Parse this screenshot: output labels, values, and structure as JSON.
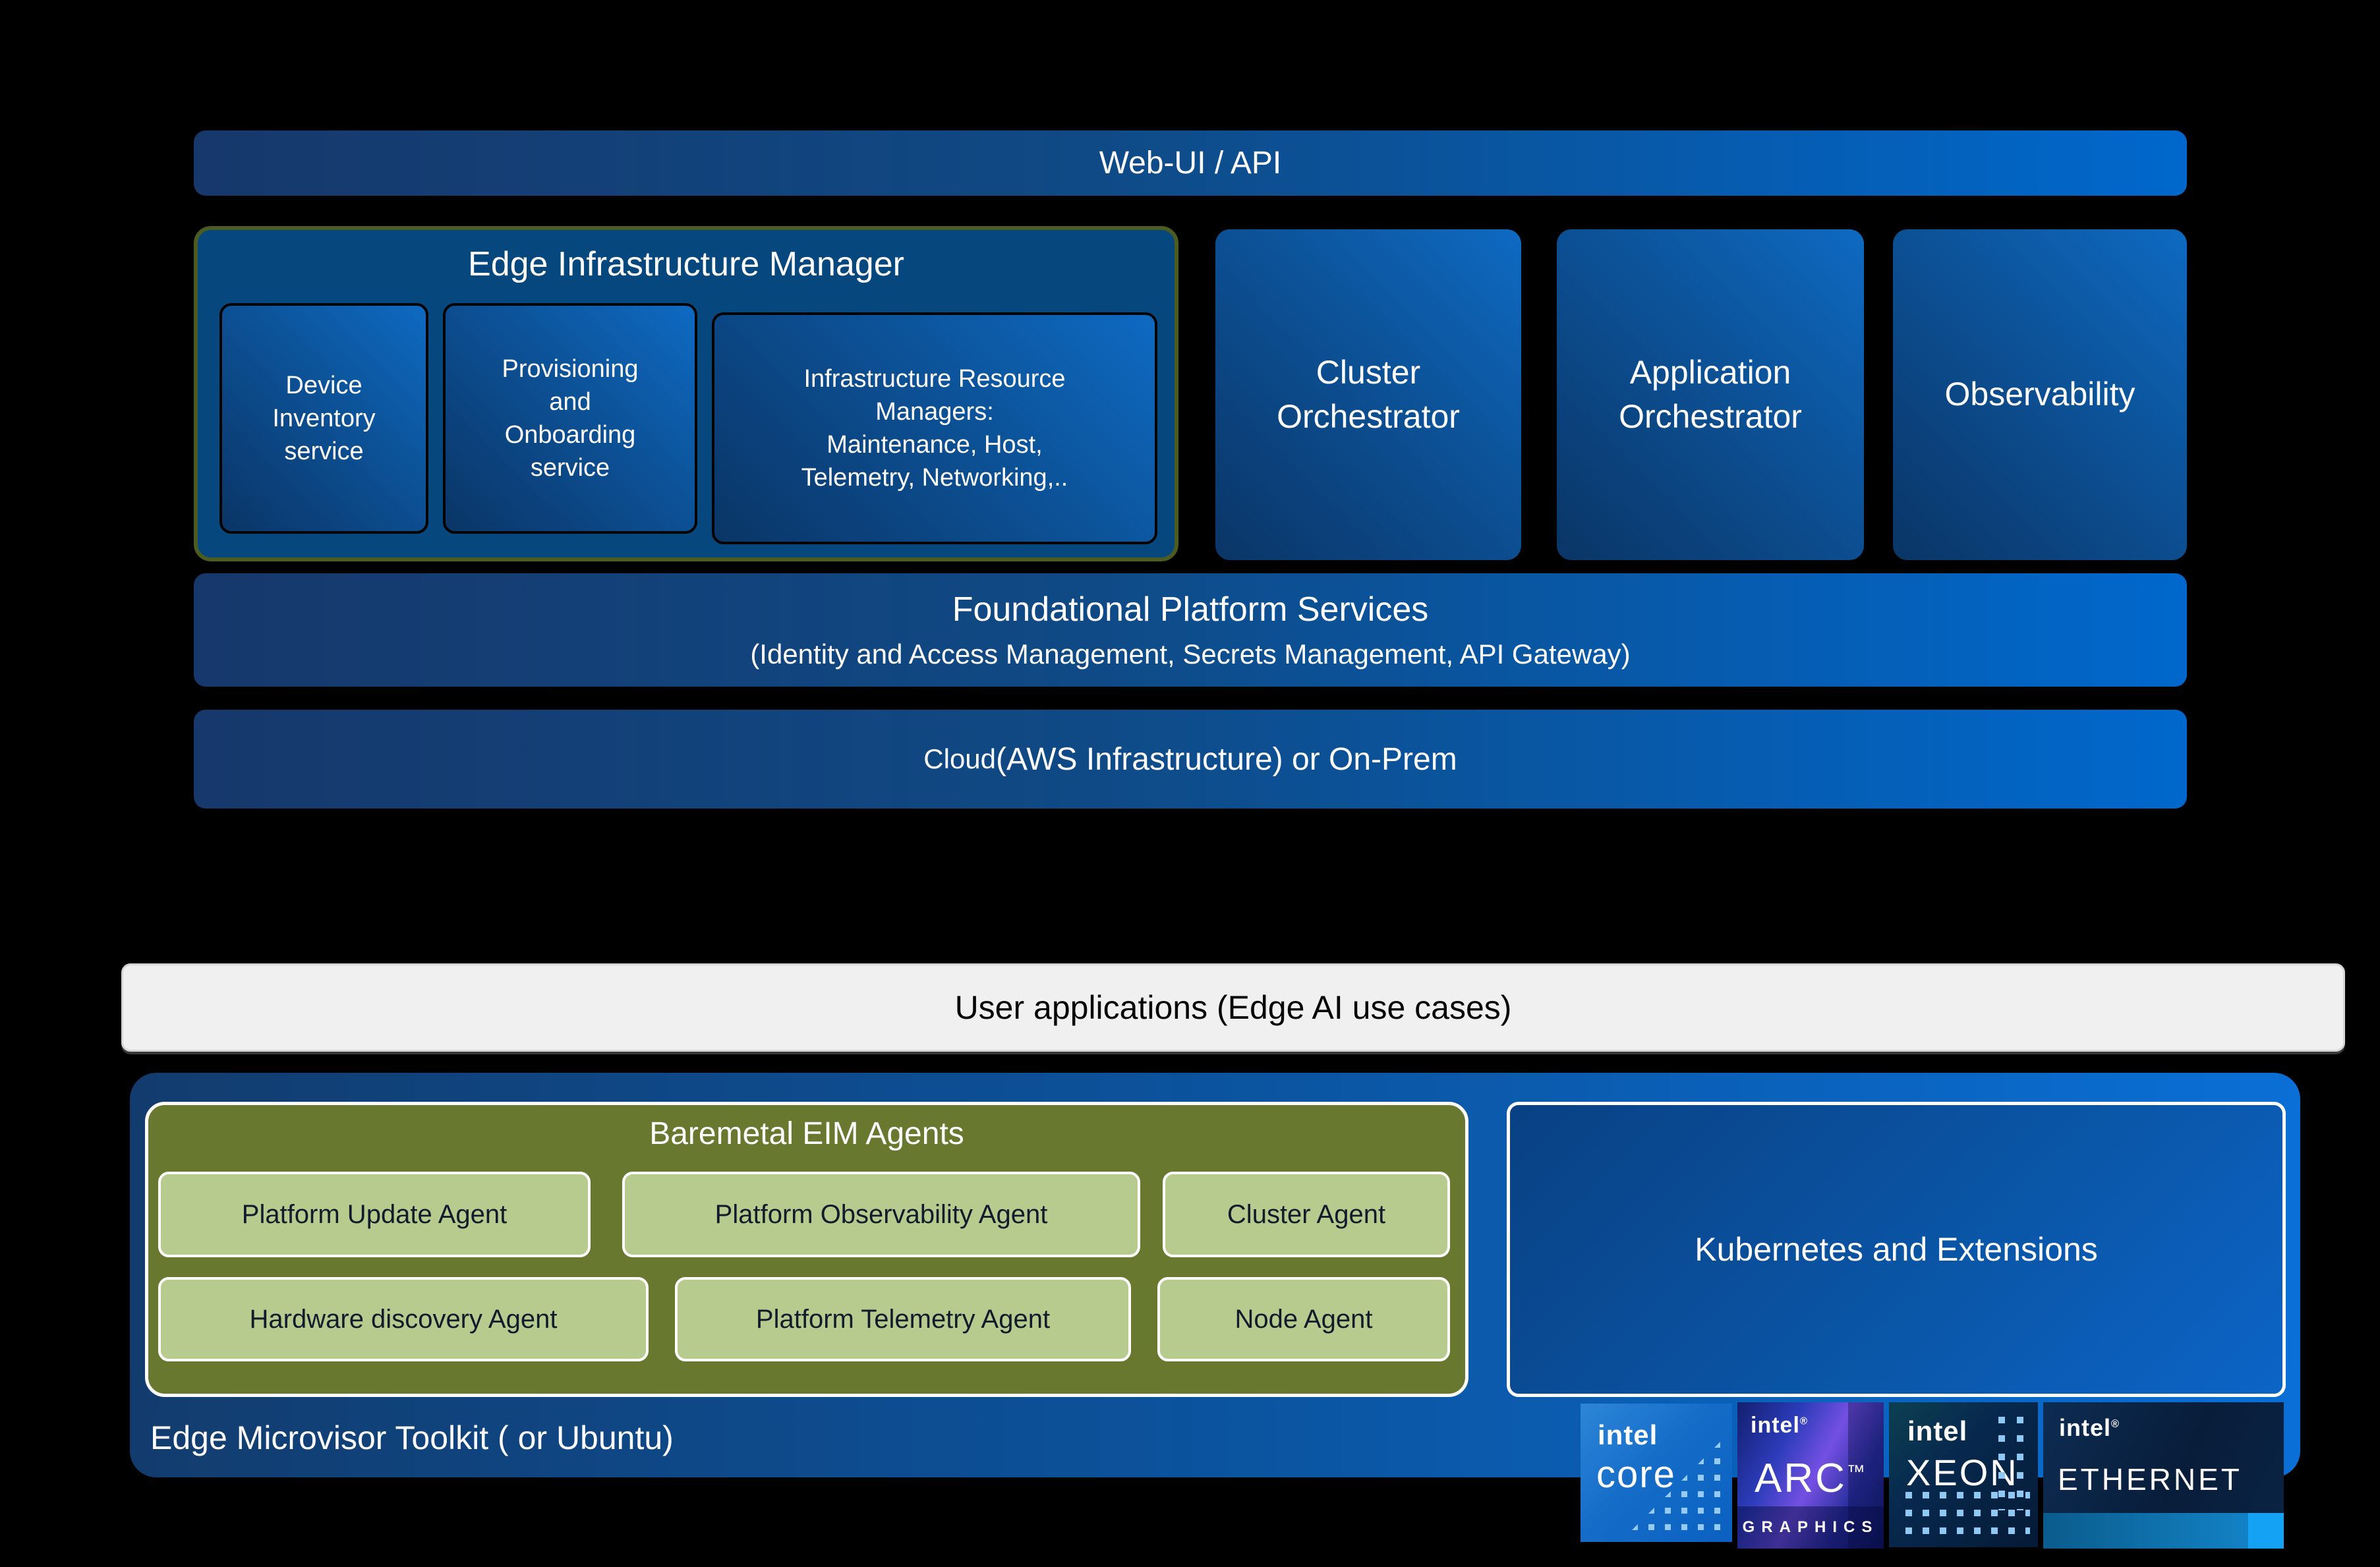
{
  "top": {
    "webui_bar": {
      "label": "Web-UI / API"
    },
    "eim": {
      "title": "Edge Infrastructure Manager",
      "services": [
        {
          "label": "Device\nInventory\nservice"
        },
        {
          "label": "Provisioning\nand\nOnboarding\nservice"
        },
        {
          "label": "Infrastructure  Resource\nManagers:\nMaintenance, Host,\nTelemetry, Networking,.."
        }
      ]
    },
    "orchestrators": [
      {
        "label": "Cluster\nOrchestrator"
      },
      {
        "label": "Application\nOrchestrator"
      },
      {
        "label": "Observability"
      }
    ],
    "foundational": {
      "title": "Foundational Platform Services",
      "subtitle": "(Identity and Access Management, Secrets Management, API Gateway)"
    },
    "cloud": {
      "prefix": "Cloud ",
      "rest": "(AWS Infrastructure) or On-Prem"
    }
  },
  "middle": {
    "user_apps": {
      "label": "User applications (Edge AI use cases)"
    }
  },
  "bottom": {
    "baremetal": {
      "title": "Baremetal EIM Agents",
      "agents": [
        {
          "label": "Platform Update Agent"
        },
        {
          "label": "Platform Observability  Agent"
        },
        {
          "label": "Cluster Agent"
        },
        {
          "label": "Hardware discovery Agent"
        },
        {
          "label": "Platform Telemetry  Agent"
        },
        {
          "label": "Node Agent"
        }
      ]
    },
    "kubernetes": {
      "label": "Kubernetes and Extensions"
    },
    "microvisor": {
      "label": "Edge Microvisor Toolkit ( or Ubuntu)"
    },
    "badges": {
      "core": {
        "brand": "intel",
        "product": "core"
      },
      "arc": {
        "brand": "intel",
        "reg": "®",
        "product": "ARC",
        "tm": "™",
        "subtitle": "GRAPHICS"
      },
      "xeon": {
        "brand": "intel",
        "product": "XEON"
      },
      "ethernet": {
        "brand": "intel",
        "reg": "®",
        "product": "ETHERNET"
      }
    }
  },
  "colors": {
    "accent_blue": "#0068cc",
    "dark_navy": "#16386b",
    "eim_fill": "#06477d",
    "eim_border_olive": "#4c5c21",
    "baremetal_olive": "#68792f",
    "agent_green": "#b7cb8f",
    "user_bar_gray": "#f0f0f0",
    "badge_cyan": "#14a2f4"
  }
}
